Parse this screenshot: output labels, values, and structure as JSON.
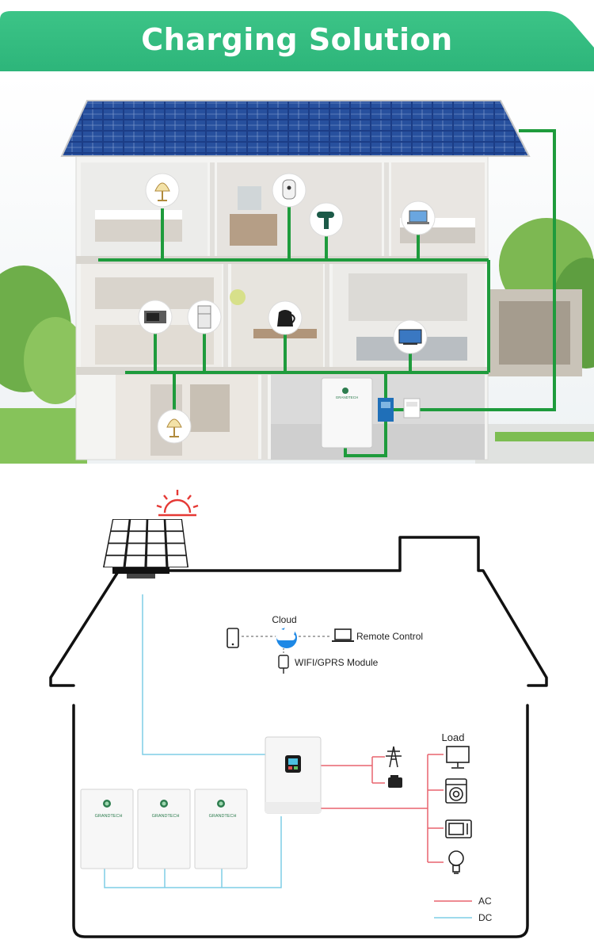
{
  "banner": {
    "title": "Charging Solution"
  },
  "brand": "GRANDTECH",
  "diagram": {
    "cloud_label": "Cloud",
    "remote_label": "Remote Control",
    "module_label": "WIFI/GPRS Module",
    "load_label": "Load",
    "legend": {
      "ac": "AC",
      "dc": "DC"
    }
  },
  "colors": {
    "banner": "#2db57a",
    "wire_green": "#1e9b3c",
    "ac": "#e8646e",
    "dc": "#7fcde6",
    "outline": "#111111",
    "sun": "#e53935",
    "panel": "#1f3f8a"
  },
  "icons": {
    "sun": "sun-icon",
    "phone": "phone-icon",
    "cloud": "cloud-icon",
    "laptop": "laptop-icon",
    "module": "wifi-module-icon",
    "grid": "power-tower-icon",
    "generator": "generator-icon",
    "monitor": "monitor-icon",
    "washer": "washing-machine-icon",
    "microwave": "microwave-icon",
    "bulb": "light-bulb-icon"
  }
}
